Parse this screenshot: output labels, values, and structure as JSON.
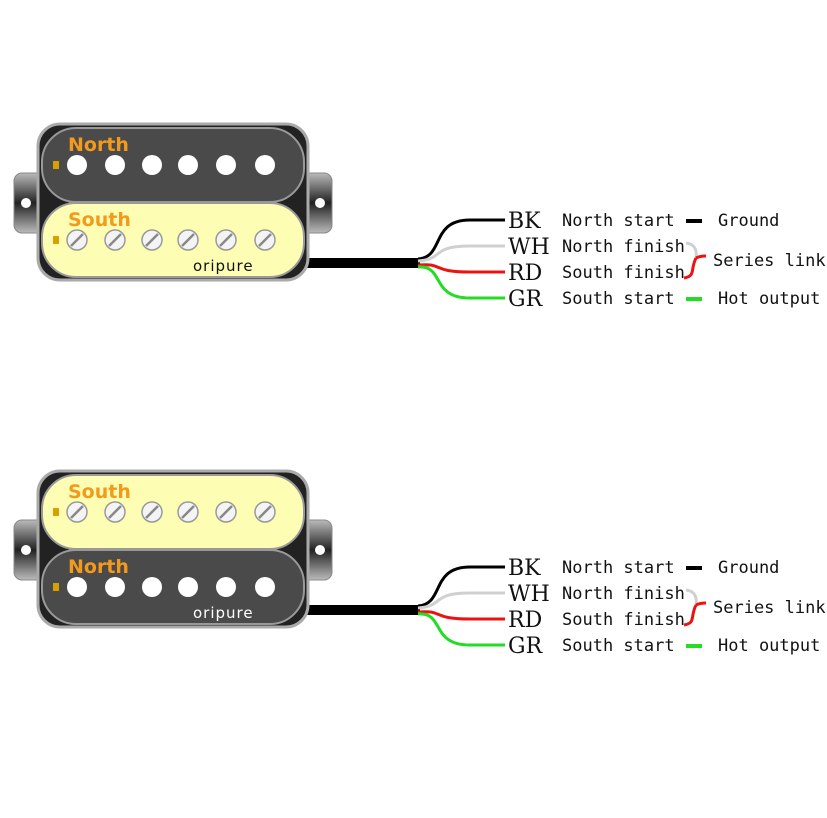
{
  "colors": {
    "black_wire": "#000000",
    "white_wire": "#d0d0d0",
    "red_wire": "#ee1111",
    "green_wire": "#22dd22",
    "dark_coil": "#4a4a4a",
    "cream_coil": "#fdfdb4",
    "label_orange": "#f39a1c"
  },
  "diagrams": [
    {
      "top_coil": {
        "label": "North",
        "type": "slug"
      },
      "bottom_coil": {
        "label": "South",
        "type": "screw"
      },
      "brand": "oripure",
      "wires": [
        {
          "code": "BK",
          "desc": "North start",
          "role": "Ground"
        },
        {
          "code": "WH",
          "desc": "North finish"
        },
        {
          "code": "RD",
          "desc": "South finish"
        },
        {
          "code": "GR",
          "desc": "South start",
          "role": "Hot output"
        }
      ],
      "series_label": "Series link"
    },
    {
      "top_coil": {
        "label": "South",
        "type": "screw"
      },
      "bottom_coil": {
        "label": "North",
        "type": "slug"
      },
      "brand": "oripure",
      "wires": [
        {
          "code": "BK",
          "desc": "North start",
          "role": "Ground"
        },
        {
          "code": "WH",
          "desc": "North finish"
        },
        {
          "code": "RD",
          "desc": "South finish"
        },
        {
          "code": "GR",
          "desc": "South start",
          "role": "Hot output"
        }
      ],
      "series_label": "Series link"
    }
  ]
}
